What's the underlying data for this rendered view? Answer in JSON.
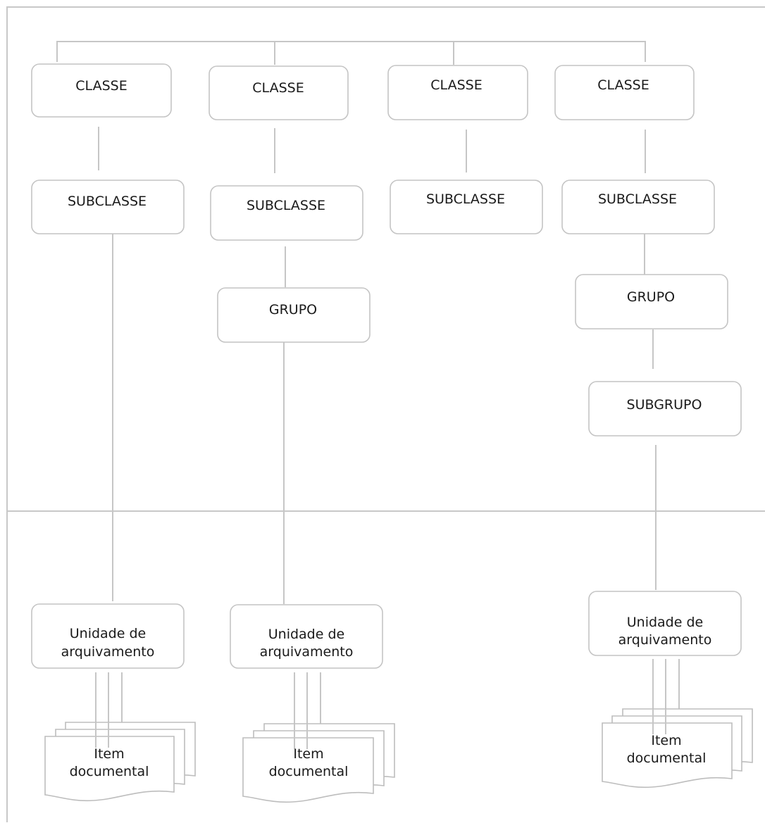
{
  "labels": {
    "classe": "CLASSE",
    "subclasse": "SUBCLASSE",
    "grupo": "GRUPO",
    "subgrupo": "SUBGRUPO",
    "unidade_line1": "Unidade de",
    "unidade_line2": "arquivamento",
    "item_line1": "Item",
    "item_line2": "documental"
  }
}
